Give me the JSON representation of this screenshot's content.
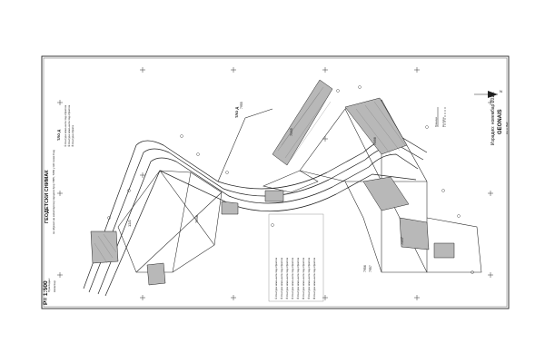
{
  "map": {
    "title": "ГЕОДЕТСКИ СНИМАК",
    "subtitle": "за објекат на катастарској парцели број 7955, 7956 у КО Нови Сад",
    "scale": "Р= 1:500",
    "company": "GEONAIS",
    "company_suffix": "d.o.o. Bač",
    "company_header": "Израдио: новембар 2015.",
    "sheet_codes": [
      "7955",
      "7956",
      "7957"
    ],
    "parcel_labels": [
      "7955",
      "7956",
      "7957",
      "12/2",
      "7958"
    ],
    "legend_left_title": "ТЛО Д",
    "legend_right_title": "ТЛО Д",
    "legend_left_items": [
      "① Контура земљишта под објектом",
      "② Контура земљишта под објектом",
      "③ Контура објекта"
    ],
    "legend_right_items": [
      "① Контура земљишта под објектом",
      "② Контура земљишта под објектом",
      "③ Контура земљишта под објектом",
      "④ Контура земљишта под објектом",
      "⑤ Контура земљишта под објектом",
      "⑥ Контура земљишта под објектом",
      "⑦ Контура земљишта под објектом",
      "⑧ Контура земљишта под објектом"
    ],
    "north_arrow_label": "N",
    "legend_key": [
      "Граница",
      "Контура"
    ],
    "footer_left": [
      "Прегледао:",
      "Катастар:"
    ]
  },
  "colors": {
    "ink": "#1a1a1a",
    "building_fill": "#b8b8b8",
    "paper": "#ffffff"
  }
}
